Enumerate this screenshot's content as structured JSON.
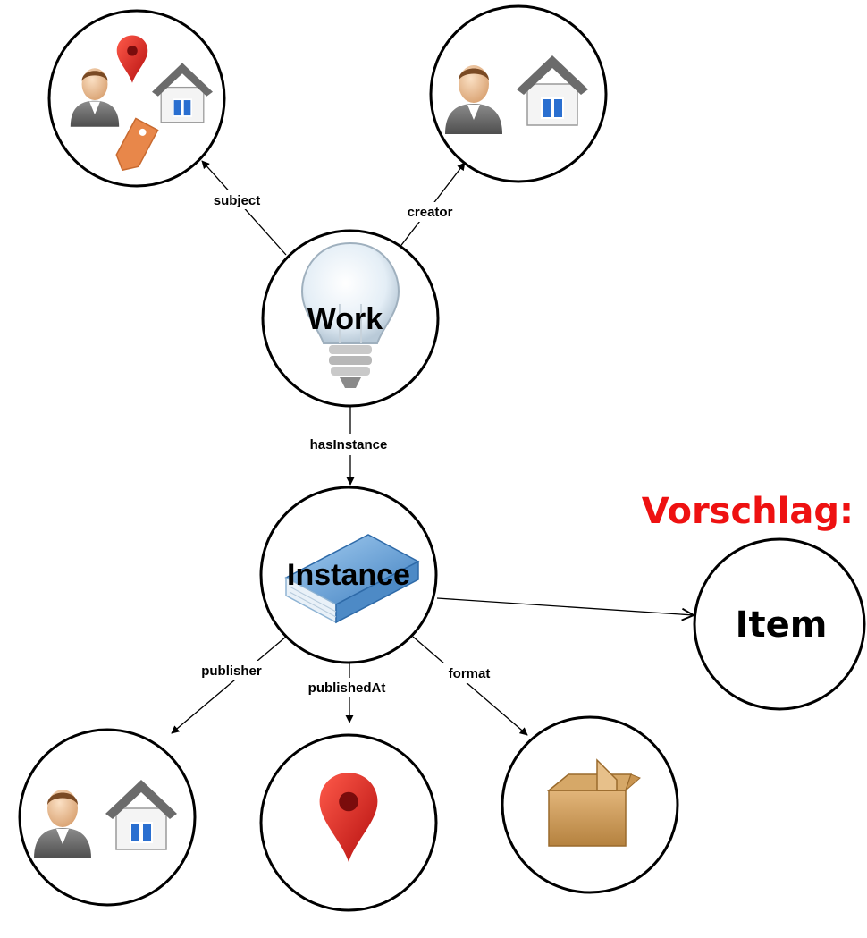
{
  "nodes": {
    "work": {
      "title": "Work"
    },
    "instance": {
      "title": "Instance"
    },
    "item": {
      "title": "Item"
    }
  },
  "edges": {
    "subject": "subject",
    "creator": "creator",
    "has_instance": "hasInstance",
    "publisher": "publisher",
    "published_at": "publishedAt",
    "format": "format"
  },
  "proposal": "Vorschlag:",
  "colors": {
    "proposal_text": "#ee1111",
    "pin": "#d81e1e",
    "tag": "#e8874a",
    "box": "#c89a5a",
    "house_roof": "#6b6b6b",
    "book": "#6aa3d8"
  },
  "icons": {
    "subject_node": [
      "person-icon",
      "map-pin-icon",
      "house-icon",
      "tag-icon"
    ],
    "creator_node": [
      "person-icon",
      "house-icon"
    ],
    "work_node": [
      "light-bulb-icon"
    ],
    "instance_node": [
      "book-icon"
    ],
    "publisher_node": [
      "person-icon",
      "house-icon"
    ],
    "published_at_node": [
      "map-pin-icon"
    ],
    "format_node": [
      "box-icon"
    ]
  }
}
